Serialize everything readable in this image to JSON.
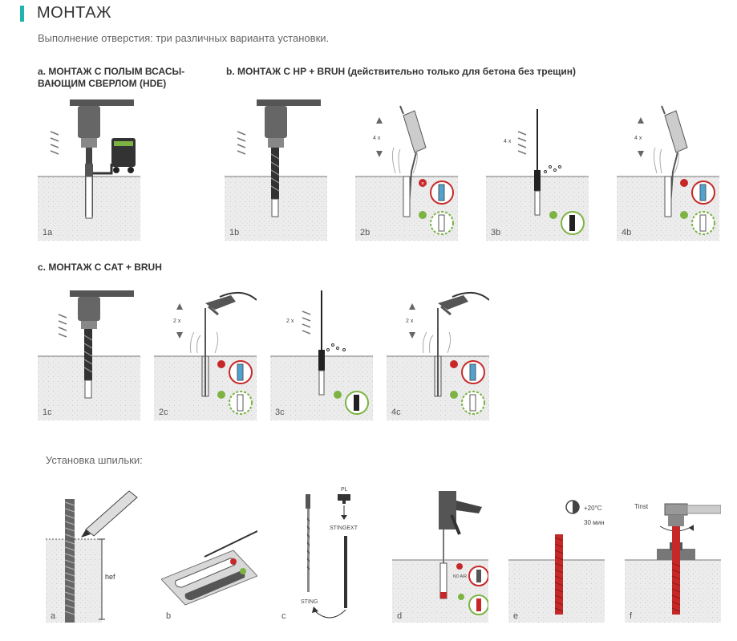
{
  "header": {
    "title": "МОНТАЖ",
    "subtitle": "Выполнение отверстия: три различных варианта установки."
  },
  "sections": {
    "a": "a. МОНТАЖ С ПОЛЫМ ВСАСЫ-ВАЮЩИМ СВЕРЛОМ (HDE)",
    "b": "b. МОНТАЖ С HP + BRUH (действительно только для бетона без трещин)",
    "c": "c. МОНТАЖ С CAT + BRUH"
  },
  "panels": {
    "p1a": "1a",
    "p1b": "1b",
    "p2b": "2b",
    "p3b": "3b",
    "p4b": "4b",
    "p1c": "1c",
    "p2c": "2c",
    "p3c": "3c",
    "p4c": "4c"
  },
  "repeat": {
    "four": "4 x",
    "two": "2 x"
  },
  "install": {
    "title": "Установка шпильки:",
    "labels": {
      "a": "a",
      "b": "b",
      "c": "c",
      "d": "d",
      "e": "e",
      "f": "f"
    },
    "hef": "hef",
    "pl": "PL",
    "stingext": "STINGEXT",
    "sting": "STING",
    "no_air": "NO AIR",
    "temp": "+20°C",
    "time": "30 мин",
    "tinst": "Tinst"
  },
  "colors": {
    "accent": "#1fb5ad",
    "concrete": "#e9e9e9",
    "wrong": "#c62828",
    "right": "#7cb342",
    "resin": "#c62828",
    "water": "#4fa3d1"
  }
}
